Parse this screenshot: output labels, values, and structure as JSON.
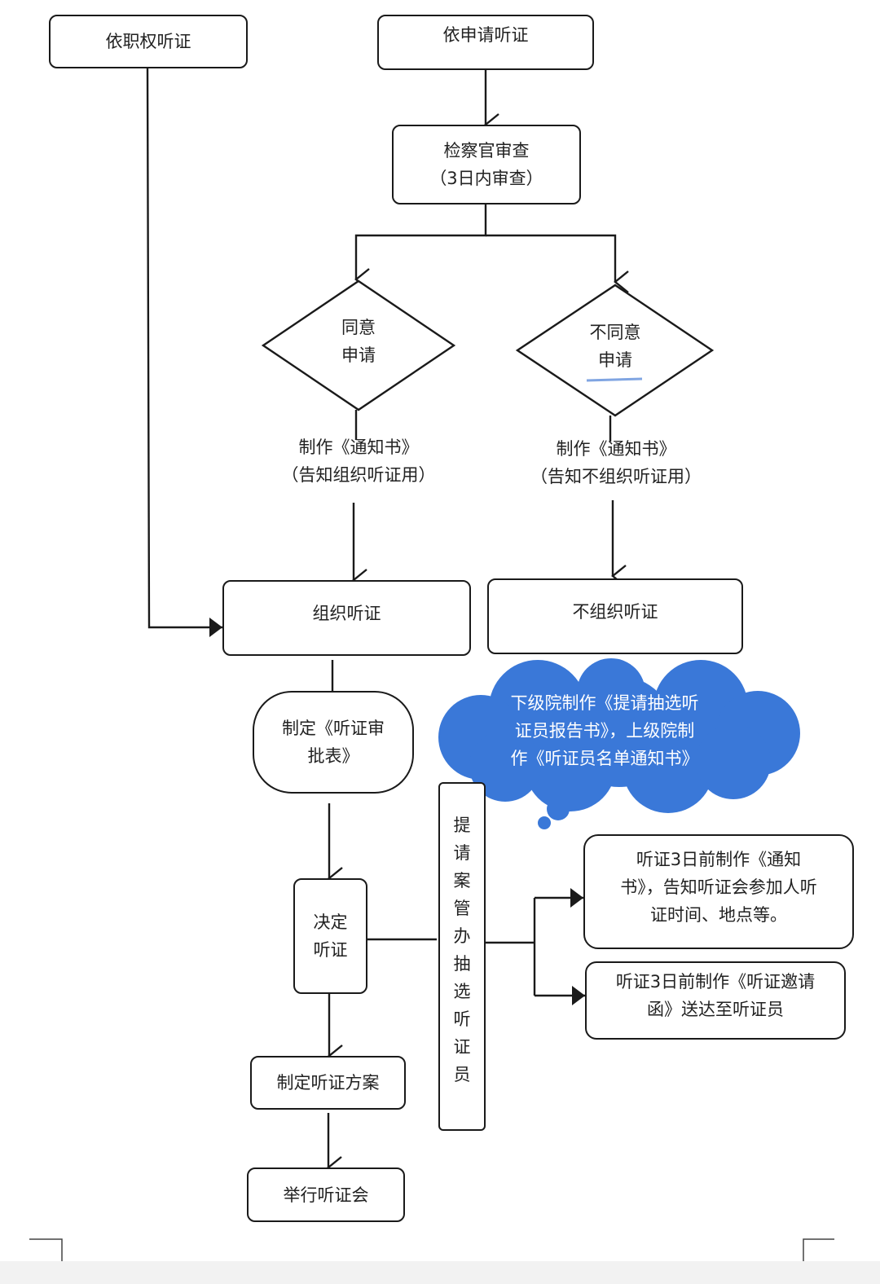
{
  "nodes": {
    "ex_officio": "依职权听证",
    "by_application": "依申请听证",
    "review_line1": "检察官审查",
    "review_line2": "（3日内审查）",
    "agree_line1": "同意",
    "agree_line2": "申请",
    "disagree_line1": "不同意",
    "disagree_line2": "申请",
    "notice_agree_line1": "制作《通知书》",
    "notice_agree_line2": "（告知组织听证用）",
    "notice_disagree_line1": "制作《通知书》",
    "notice_disagree_line2": "（告知不组织听证用）",
    "organize": "组织听证",
    "not_organize": "不组织听证",
    "approval_line1": "制定《听证审",
    "approval_line2": "批表》",
    "decide_line1": "决定",
    "decide_line2": "听证",
    "plan": "制定听证方案",
    "hold": "举行听证会",
    "case_mgmt_chars": [
      "提",
      "请",
      "案",
      "管",
      "办",
      "抽",
      "选",
      "听",
      "证",
      "员"
    ],
    "notify_line1": "听证3日前制作《通知",
    "notify_line2": "书》，告知听证会参加人听",
    "notify_line3": "证时间、地点等。",
    "invite_line1": "听证3日前制作《听证邀请",
    "invite_line2": "函》送达至听证员",
    "cloud_line1": "下级院制作《提请抽选听",
    "cloud_line2": "证员报告书》，上级院制",
    "cloud_line3": "作《听证员名单通知书》"
  },
  "colors": {
    "line": "#1a1a1a",
    "cloud_fill": "#3a78d8",
    "cloud_text": "#ffffff"
  }
}
